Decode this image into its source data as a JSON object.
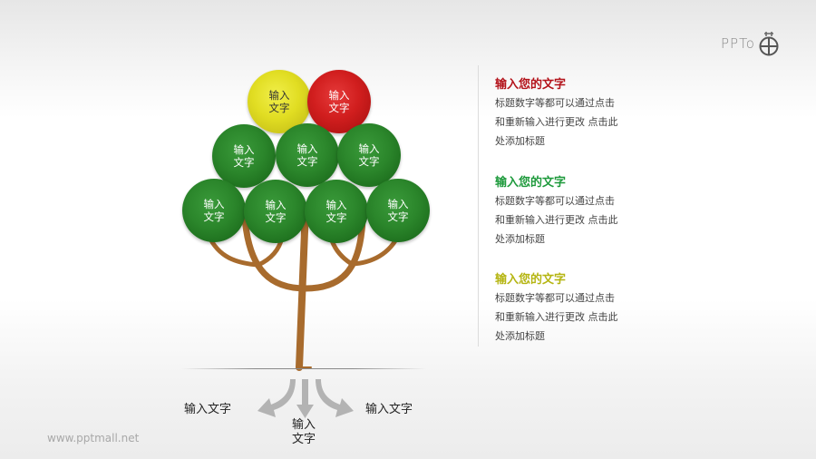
{
  "logo": {
    "text": "PPTo",
    "icon": "ppt-logo-circle-cross-icon"
  },
  "tree": {
    "crown_rows": [
      {
        "balls": [
          {
            "label": "输入\n文字",
            "color": "yellow"
          },
          {
            "label": "输入\n文字",
            "color": "red"
          }
        ]
      },
      {
        "balls": [
          {
            "label": "输入\n文字",
            "color": "green"
          },
          {
            "label": "输入\n文字",
            "color": "green"
          },
          {
            "label": "输入\n文字",
            "color": "green"
          }
        ]
      },
      {
        "balls": [
          {
            "label": "输入\n文字",
            "color": "green"
          },
          {
            "label": "输入\n文字",
            "color": "green"
          },
          {
            "label": "输入\n文字",
            "color": "green"
          },
          {
            "label": "输入\n文字",
            "color": "green"
          }
        ]
      }
    ],
    "roots": {
      "left": "输入文字",
      "center": "输入\n文字",
      "right": "输入文字"
    },
    "colors": {
      "trunk": "#a86b2d",
      "arrow": "#b3b3b3"
    }
  },
  "legend": [
    {
      "title": "输入您的文字",
      "title_color": "#b3121a",
      "lines": [
        "标题数字等都可以通过点击",
        "和重新输入进行更改 点击此",
        "处添加标题"
      ]
    },
    {
      "title": "输入您的文字",
      "title_color": "#1e9a3c",
      "lines": [
        "标题数字等都可以通过点击",
        "和重新输入进行更改 点击此",
        "处添加标题"
      ]
    },
    {
      "title": "输入您的文字",
      "title_color": "#b5b512",
      "lines": [
        "标题数字等都可以通过点击",
        "和重新输入进行更改 点击此",
        "处添加标题"
      ]
    }
  ],
  "footer": {
    "watermark": "www.pptmall.net"
  }
}
